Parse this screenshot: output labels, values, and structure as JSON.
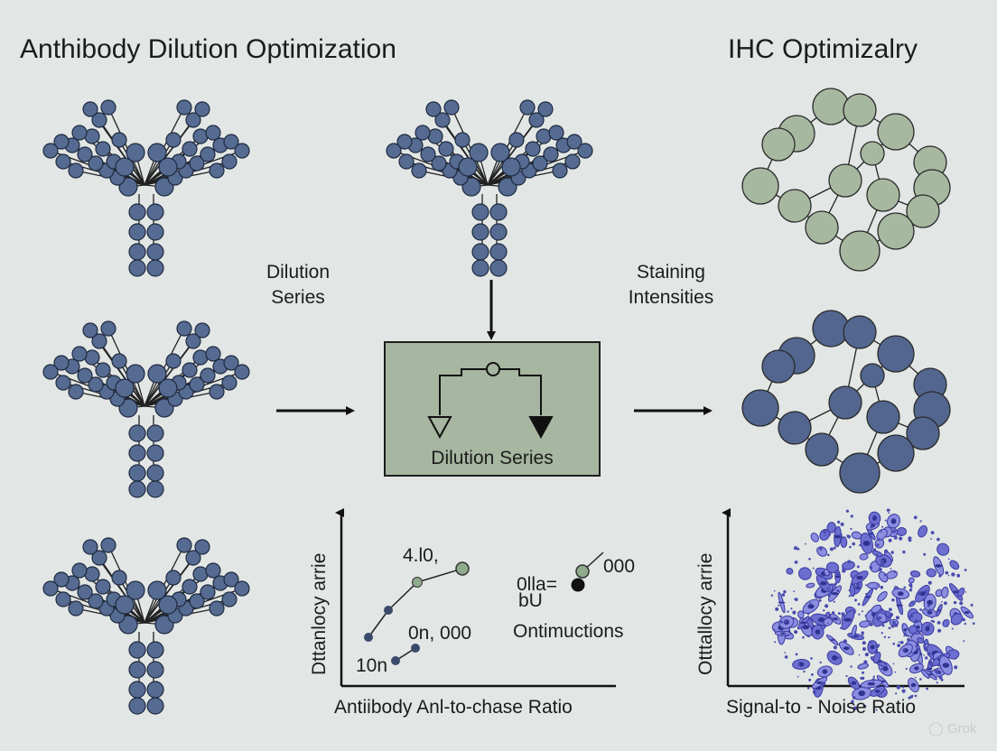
{
  "title_left": "Anthibody Dilution Optimization",
  "title_right": "IHC Optimizalry",
  "label_dilution_series": [
    "Dilution",
    "Series"
  ],
  "label_staining_intensities": [
    "Staining",
    "Intensities"
  ],
  "box_label": "Dilution Series",
  "left_chart": {
    "ylabel": "Dttanlocy arrie",
    "xlabel": "Antiibody Anl-to-chase Ratio",
    "annotations": [
      "4.l0,",
      "0n, 000",
      "10n",
      "0lla=",
      "bU",
      "000",
      "Ontimuctions"
    ]
  },
  "right_chart": {
    "ylabel": "Otttallocy arrie",
    "xlabel": "Signal-to - Noise Ratio"
  },
  "watermark": "Grok",
  "colors": {
    "background": "#e2e6e4",
    "antibody_blue": "#566b91",
    "network_green": "#a7b8a0",
    "network_blue": "#52668f",
    "box_fill": "#a6b6a0",
    "cell_purple": "#6c6ed0"
  }
}
